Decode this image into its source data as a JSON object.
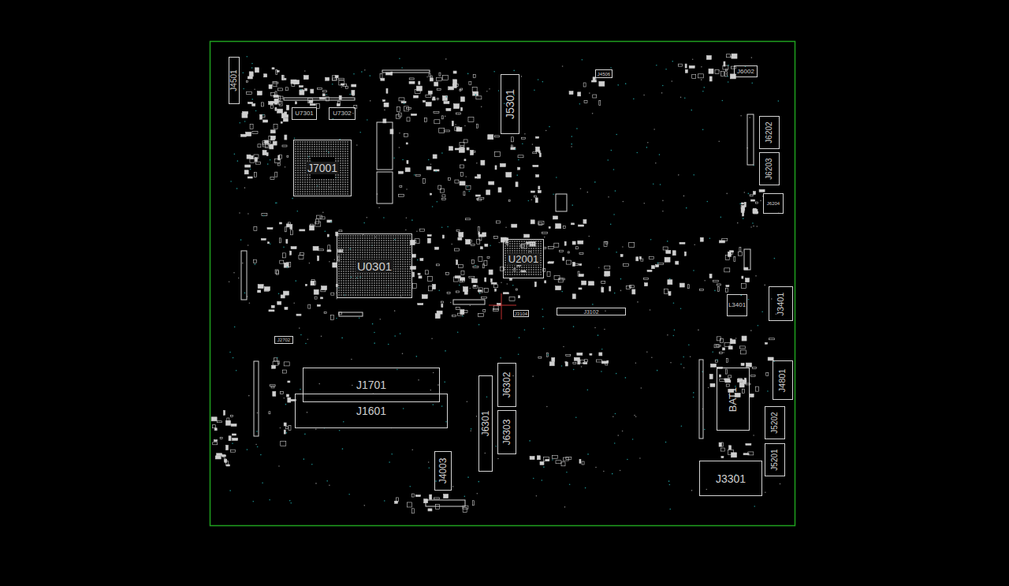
{
  "diagram": {
    "nodes": [
      {
        "text": [
          "J4501"
        ]
      },
      {
        "text": [
          "U7301"
        ]
      },
      {
        "text": [
          "U7302"
        ]
      },
      {
        "text": [
          "J7001"
        ]
      },
      {
        "text": [
          "U0301"
        ]
      },
      {
        "text": [
          "U2001"
        ]
      },
      {
        "text": [
          "J5301"
        ]
      },
      {
        "text": [
          "J4506"
        ]
      },
      {
        "text": [
          "J6002"
        ]
      },
      {
        "text": [
          "J6202"
        ]
      },
      {
        "text": [
          "J6203"
        ]
      },
      {
        "text": [
          "J6204"
        ]
      },
      {
        "text": [
          "L3401"
        ]
      },
      {
        "text": [
          "J3401"
        ]
      },
      {
        "text": [
          "J3102"
        ]
      },
      {
        "text": [
          "J3104"
        ]
      },
      {
        "text": [
          "J2702"
        ]
      },
      {
        "text": [
          "J1701"
        ]
      },
      {
        "text": [
          "J1601"
        ]
      },
      {
        "text": [
          "J6302"
        ]
      },
      {
        "text": [
          "J6301"
        ]
      },
      {
        "text": [
          "J6303"
        ]
      },
      {
        "text": [
          "J4003"
        ]
      },
      {
        "text": [
          "BAT1"
        ]
      },
      {
        "text": [
          "J4801"
        ]
      },
      {
        "text": [
          "J5202"
        ]
      },
      {
        "text": [
          "J5201"
        ]
      },
      {
        "text": [
          "J3301"
        ]
      }
    ],
    "edges": []
  }
}
